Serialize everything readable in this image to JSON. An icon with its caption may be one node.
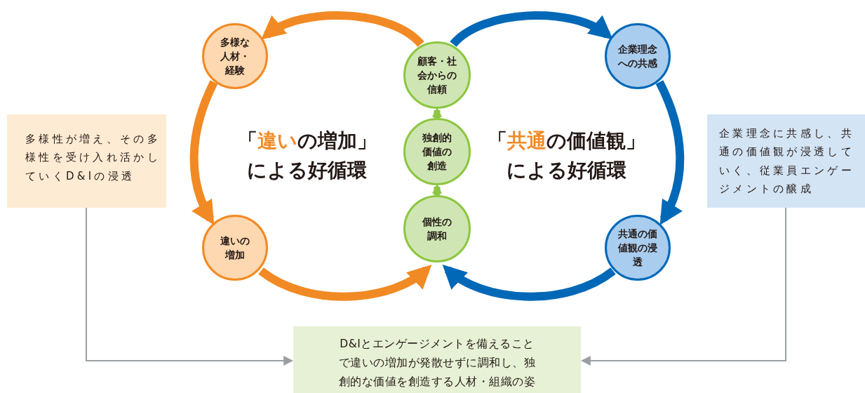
{
  "diagram": {
    "nodes": [
      {
        "text": [
          "多様な人材・経験"
        ]
      },
      {
        "text": [
          "違いの増加"
        ]
      },
      {
        "text": [
          "顧客・社会からの信頼"
        ]
      },
      {
        "text": [
          "独創的価値の創造"
        ]
      },
      {
        "text": [
          "個性の調和"
        ]
      },
      {
        "text": [
          "企業理念への共感"
        ]
      },
      {
        "text": [
          "共通の価値観の浸透"
        ]
      },
      {
        "text": [
          "多様性が増え、その多様性を受け入れ活かしていくD&Iの浸透"
        ]
      },
      {
        "text": [
          "企業理念に共感し、共通の価値観が浸透していく、従業員エンゲージメントの醸成"
        ]
      },
      {
        "text": [
          "D&Iとエンゲージメントを備えることで違いの増加が発散せずに調和し、独創的な価値を創造する人材・組織の姿"
        ]
      }
    ],
    "edges": [
      {
        "from": 2,
        "to": 0,
        "arrow": "to",
        "color": "#f18a24"
      },
      {
        "from": 0,
        "to": 1,
        "arrow": "to",
        "color": "#f18a24"
      },
      {
        "from": 1,
        "to": 4,
        "arrow": "to",
        "color": "#f18a24"
      },
      {
        "from": 2,
        "to": 5,
        "arrow": "to",
        "color": "#0068b7"
      },
      {
        "from": 5,
        "to": 6,
        "arrow": "to",
        "color": "#0068b7"
      },
      {
        "from": 6,
        "to": 4,
        "arrow": "to",
        "color": "#0068b7"
      },
      {
        "from": 4,
        "to": 3,
        "arrow": "to",
        "color": "#8cc63f"
      },
      {
        "from": 3,
        "to": 2,
        "arrow": "to",
        "color": "#8cc63f"
      },
      {
        "from": 7,
        "to": 9,
        "arrow": "to",
        "color": "#9a9fa3"
      },
      {
        "from": 8,
        "to": 9,
        "arrow": "to",
        "color": "#9a9fa3"
      }
    ],
    "labels": [
      "「**違い**の増加」による好循環",
      "「**共通**の価値観」による好循環"
    ]
  }
}
